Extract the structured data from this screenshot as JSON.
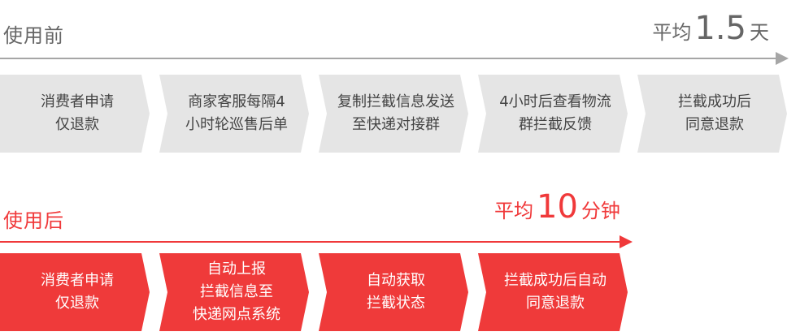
{
  "before": {
    "label": "使用前",
    "average": {
      "prefix": "平均",
      "value": "1.5",
      "unit": "天"
    },
    "steps": [
      {
        "text": "消费者申请\n仅退款"
      },
      {
        "text": "商家客服每隔4\n小时轮巡售后单"
      },
      {
        "text": "复制拦截信息发送\n至快递对接群"
      },
      {
        "text": "4小时后查看物流\n群拦截反馈"
      },
      {
        "text": "拦截成功后\n同意退款"
      }
    ]
  },
  "after": {
    "label": "使用后",
    "average": {
      "prefix": "平均",
      "value": "10",
      "unit": "分钟"
    },
    "steps": [
      {
        "text": "消费者申请\n仅退款"
      },
      {
        "text": "自动上报\n拦截信息至\n快递网点系统"
      },
      {
        "text": "自动获取\n拦截状态"
      },
      {
        "text": "拦截成功后自动\n同意退款"
      }
    ]
  },
  "colors": {
    "before_text": "#666666",
    "before_box": "#e5e5e5",
    "before_arrow": "#999999",
    "after_accent": "#f0393a"
  }
}
